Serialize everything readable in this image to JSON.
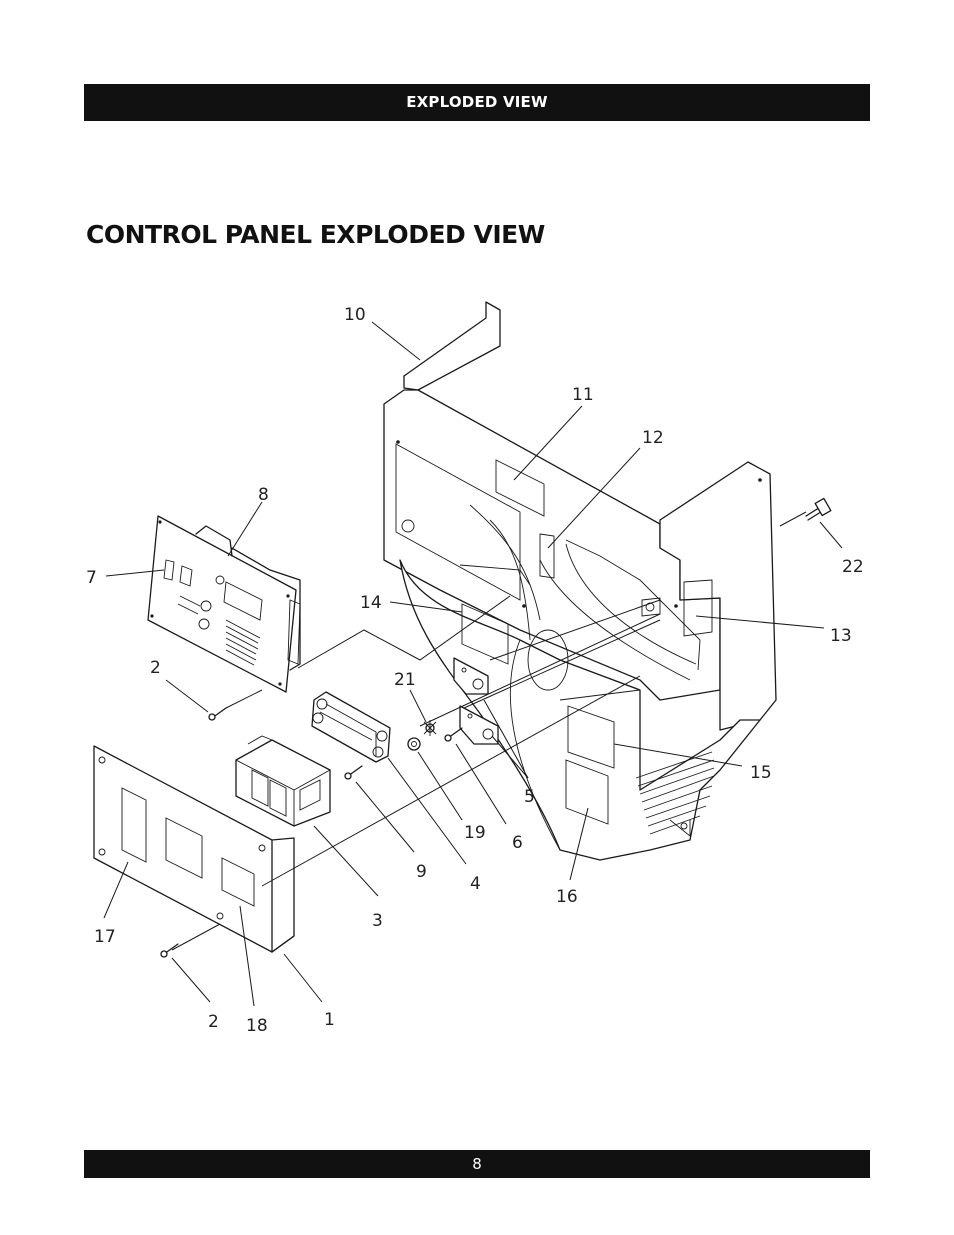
{
  "header": {
    "section_label": "EXPLODED VIEW"
  },
  "page_title": "CONTROL PANEL EXPLODED VIEW",
  "footer": {
    "page_number": "8"
  },
  "diagram": {
    "callouts": [
      "10",
      "11",
      "12",
      "8",
      "7",
      "22",
      "14",
      "13",
      "2",
      "21",
      "15",
      "5",
      "19",
      "6",
      "9",
      "4",
      "16",
      "3",
      "17",
      "2",
      "18",
      "1"
    ]
  },
  "colors": {
    "bar_background": "#111111",
    "bar_text": "#ffffff",
    "line_art": "#1a1a1a"
  }
}
